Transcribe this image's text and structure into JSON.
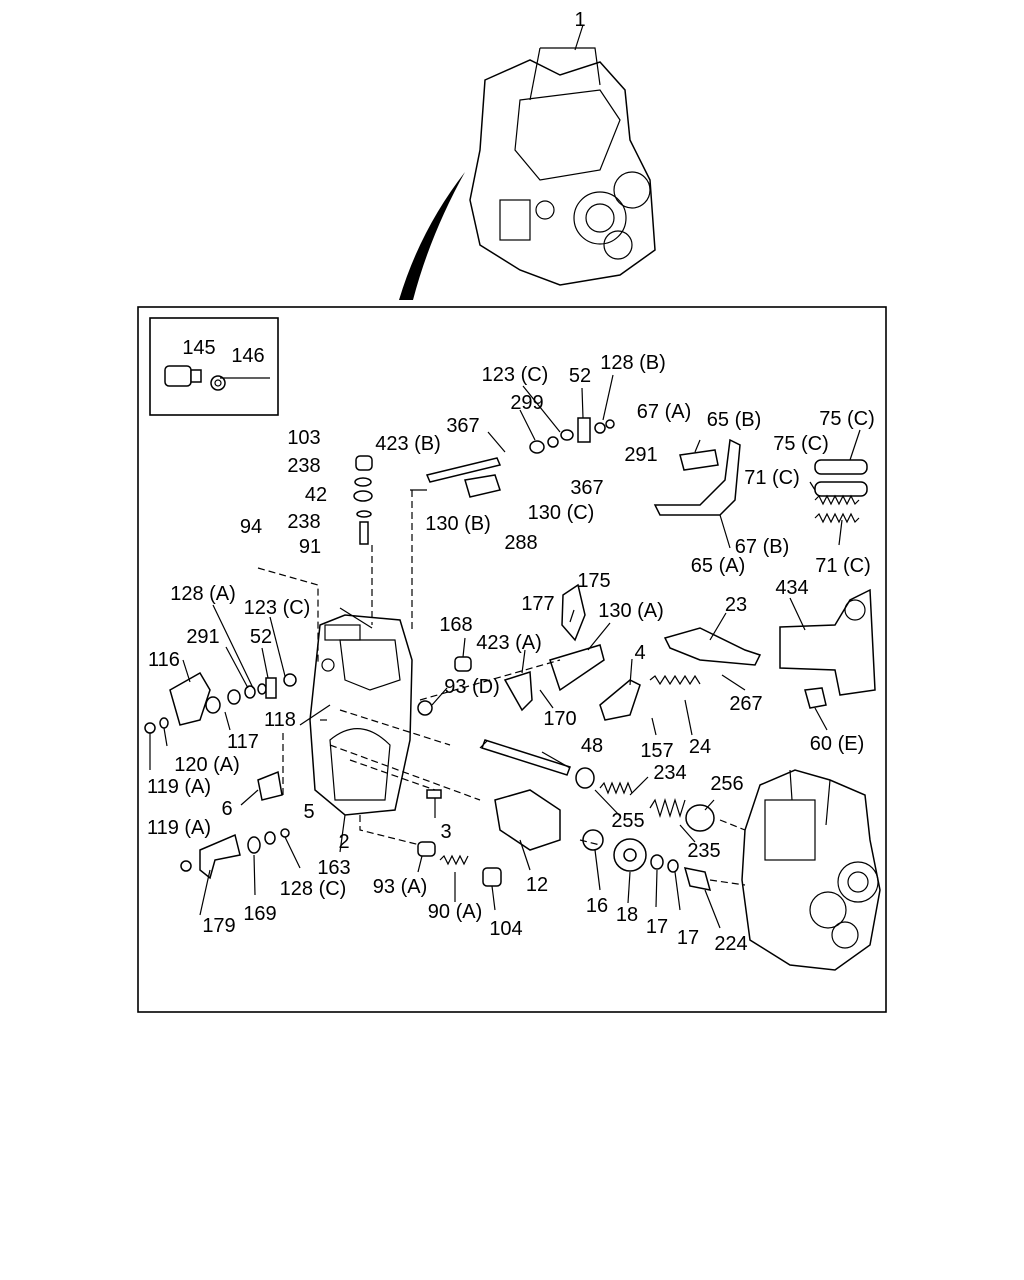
{
  "diagram": {
    "callouts": [
      {
        "id": "c1",
        "text": "1"
      },
      {
        "id": "c145",
        "text": "145"
      },
      {
        "id": "c146",
        "text": "146"
      },
      {
        "id": "c123c_top",
        "text": "123 (C)"
      },
      {
        "id": "c52_top",
        "text": "52"
      },
      {
        "id": "c128b",
        "text": "128 (B)"
      },
      {
        "id": "c299",
        "text": "299"
      },
      {
        "id": "c367_a",
        "text": "367"
      },
      {
        "id": "c367_b",
        "text": "367"
      },
      {
        "id": "c291_top",
        "text": "291"
      },
      {
        "id": "c67a",
        "text": "67 (A)"
      },
      {
        "id": "c65b",
        "text": "65 (B)"
      },
      {
        "id": "c75c_a",
        "text": "75 (C)"
      },
      {
        "id": "c75c_b",
        "text": "75 (C)"
      },
      {
        "id": "c71c_a",
        "text": "71 (C)"
      },
      {
        "id": "c71c_b",
        "text": "71 (C)"
      },
      {
        "id": "c67b",
        "text": "67 (B)"
      },
      {
        "id": "c65a",
        "text": "65 (A)"
      },
      {
        "id": "c103",
        "text": "103"
      },
      {
        "id": "c238_a",
        "text": "238"
      },
      {
        "id": "c42",
        "text": "42"
      },
      {
        "id": "c238_b",
        "text": "238"
      },
      {
        "id": "c91",
        "text": "91"
      },
      {
        "id": "c423b",
        "text": "423 (B)"
      },
      {
        "id": "c130b",
        "text": "130 (B)"
      },
      {
        "id": "c130c",
        "text": "130 (C)"
      },
      {
        "id": "c288",
        "text": "288"
      },
      {
        "id": "c94",
        "text": "94"
      },
      {
        "id": "c128a",
        "text": "128 (A)"
      },
      {
        "id": "c123c_mid",
        "text": "123 (C)"
      },
      {
        "id": "c291_mid",
        "text": "291"
      },
      {
        "id": "c52_mid",
        "text": "52"
      },
      {
        "id": "c116",
        "text": "116"
      },
      {
        "id": "c118",
        "text": "118"
      },
      {
        "id": "c117",
        "text": "117"
      },
      {
        "id": "c120a",
        "text": "120 (A)"
      },
      {
        "id": "c119a_a",
        "text": "119 (A)"
      },
      {
        "id": "c6",
        "text": "6"
      },
      {
        "id": "c5",
        "text": "5"
      },
      {
        "id": "c2",
        "text": "2"
      },
      {
        "id": "c119a_b",
        "text": "119 (A)"
      },
      {
        "id": "c163",
        "text": "163"
      },
      {
        "id": "c128c",
        "text": "128 (C)"
      },
      {
        "id": "c169",
        "text": "169"
      },
      {
        "id": "c179",
        "text": "179"
      },
      {
        "id": "c168",
        "text": "168"
      },
      {
        "id": "c93d",
        "text": "93 (D)"
      },
      {
        "id": "c177",
        "text": "177"
      },
      {
        "id": "c175",
        "text": "175"
      },
      {
        "id": "c130a",
        "text": "130 (A)"
      },
      {
        "id": "c423a",
        "text": "423 (A)"
      },
      {
        "id": "c170",
        "text": "170"
      },
      {
        "id": "c4",
        "text": "4"
      },
      {
        "id": "c157",
        "text": "157"
      },
      {
        "id": "c24",
        "text": "24"
      },
      {
        "id": "c23",
        "text": "23"
      },
      {
        "id": "c267",
        "text": "267"
      },
      {
        "id": "c434",
        "text": "434"
      },
      {
        "id": "c60e",
        "text": "60 (E)"
      },
      {
        "id": "c48",
        "text": "48"
      },
      {
        "id": "c234",
        "text": "234"
      },
      {
        "id": "c256",
        "text": "256"
      },
      {
        "id": "c255",
        "text": "255"
      },
      {
        "id": "c235",
        "text": "235"
      },
      {
        "id": "c3",
        "text": "3"
      },
      {
        "id": "c93a",
        "text": "93 (A)"
      },
      {
        "id": "c90a",
        "text": "90 (A)"
      },
      {
        "id": "c104",
        "text": "104"
      },
      {
        "id": "c12",
        "text": "12"
      },
      {
        "id": "c16",
        "text": "16"
      },
      {
        "id": "c18",
        "text": "18"
      },
      {
        "id": "c17_a",
        "text": "17"
      },
      {
        "id": "c17_b",
        "text": "17"
      },
      {
        "id": "c224",
        "text": "224"
      }
    ]
  }
}
